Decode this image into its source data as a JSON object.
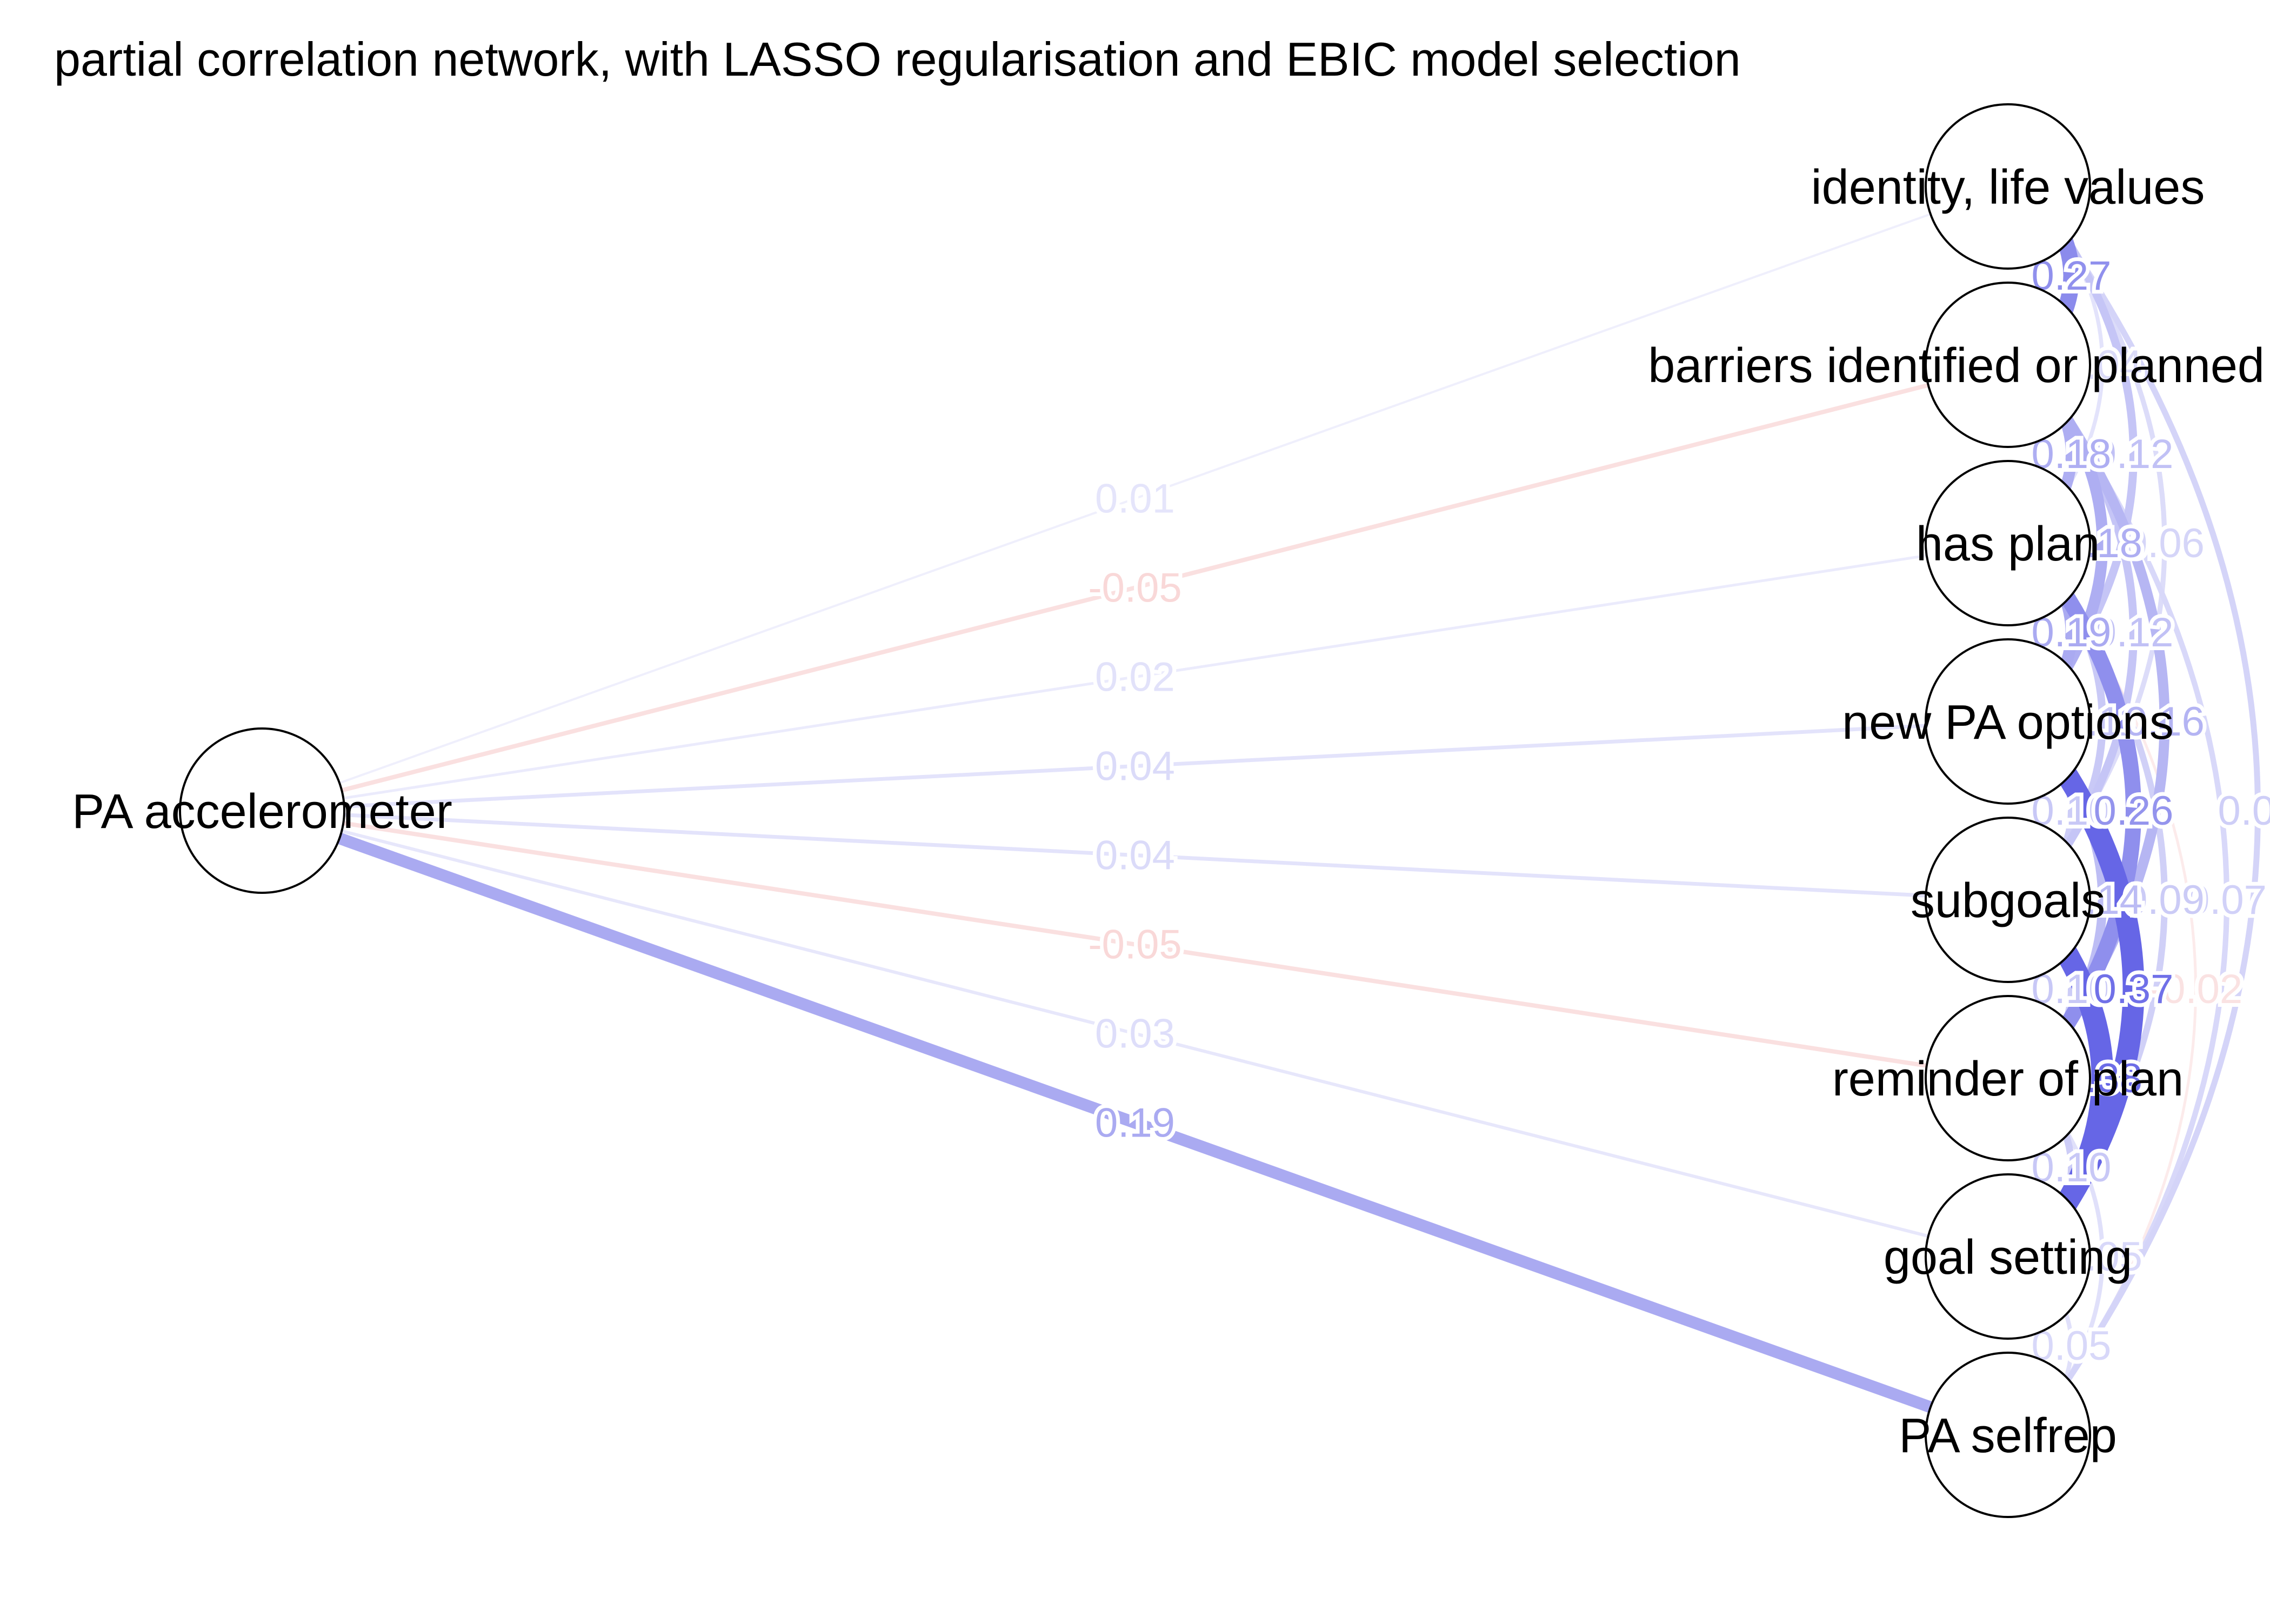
{
  "title": "partial correlation network, with LASSO regularisation and EBIC model selection",
  "colors": {
    "positive": "#6666e6",
    "negative": "#e66666",
    "background": "#ffffff",
    "node_fill": "#ffffff",
    "node_stroke": "#000000"
  },
  "nodes": [
    {
      "id": "pa_acc",
      "label": "PA accelerometer"
    },
    {
      "id": "identity",
      "label": "identity, life values"
    },
    {
      "id": "barriers",
      "label": "barriers identified or planned"
    },
    {
      "id": "hasplan",
      "label": "has plan"
    },
    {
      "id": "newpa",
      "label": "new PA options"
    },
    {
      "id": "subgoals",
      "label": "subgoals"
    },
    {
      "id": "reminder",
      "label": "reminder of plan"
    },
    {
      "id": "goal",
      "label": "goal setting"
    },
    {
      "id": "selfrep",
      "label": "PA selfrep"
    }
  ],
  "edges": [
    {
      "from": "pa_acc",
      "to": "identity",
      "weight": 0.01,
      "label": "0.01"
    },
    {
      "from": "pa_acc",
      "to": "barriers",
      "weight": -0.05,
      "label": "-0.05"
    },
    {
      "from": "pa_acc",
      "to": "hasplan",
      "weight": 0.02,
      "label": "0.02"
    },
    {
      "from": "pa_acc",
      "to": "newpa",
      "weight": 0.04,
      "label": "0.04"
    },
    {
      "from": "pa_acc",
      "to": "subgoals",
      "weight": 0.04,
      "label": "0.04"
    },
    {
      "from": "pa_acc",
      "to": "reminder",
      "weight": -0.05,
      "label": "-0.05"
    },
    {
      "from": "pa_acc",
      "to": "goal",
      "weight": 0.03,
      "label": "0.03"
    },
    {
      "from": "pa_acc",
      "to": "selfrep",
      "weight": 0.19,
      "label": "0.19"
    },
    {
      "from": "identity",
      "to": "barriers",
      "weight": 0.27,
      "label": "0.27"
    },
    {
      "from": "barriers",
      "to": "hasplan",
      "weight": 0.18,
      "label": "0.18"
    },
    {
      "from": "barriers",
      "to": "newpa",
      "weight": 0.18,
      "label": "0.18"
    },
    {
      "from": "identity",
      "to": "hasplan",
      "weight": 0.04,
      "label": "0.04"
    },
    {
      "from": "hasplan",
      "to": "newpa",
      "weight": 0.19,
      "label": "0.19"
    },
    {
      "from": "hasplan",
      "to": "subgoals",
      "weight": 0.11,
      "label": "0.11"
    },
    {
      "from": "identity",
      "to": "newpa",
      "weight": 0.12,
      "label": "0.12"
    },
    {
      "from": "newpa",
      "to": "subgoals",
      "weight": 0.1,
      "label": "0.10"
    },
    {
      "from": "hasplan",
      "to": "reminder",
      "weight": 0.26,
      "label": "0.26"
    },
    {
      "from": "barriers",
      "to": "subgoals",
      "weight": 0.12,
      "label": "0.12"
    },
    {
      "from": "subgoals",
      "to": "reminder",
      "weight": 0.1,
      "label": "0.10"
    },
    {
      "from": "newpa",
      "to": "goal",
      "weight": 0.37,
      "label": "0.37"
    },
    {
      "from": "identity",
      "to": "subgoals",
      "weight": 0.06,
      "label": "0.06"
    },
    {
      "from": "subgoals",
      "to": "goal",
      "weight": 0.38,
      "label": "0.38"
    },
    {
      "from": "hasplan",
      "to": "goal",
      "weight": 0.09,
      "label": "0.09"
    },
    {
      "from": "barriers",
      "to": "reminder",
      "weight": 0.16,
      "label": "0.16"
    },
    {
      "from": "reminder",
      "to": "goal",
      "weight": 0.1,
      "label": "0.10"
    },
    {
      "from": "newpa",
      "to": "reminder",
      "weight": 0.14,
      "label": "0.14"
    },
    {
      "from": "reminder",
      "to": "selfrep",
      "weight": 0.05,
      "label": "0.05"
    },
    {
      "from": "goal",
      "to": "selfrep",
      "weight": 0.05,
      "label": "0.05"
    },
    {
      "from": "identity",
      "to": "selfrep",
      "weight": 0.08,
      "label": "0.08"
    },
    {
      "from": "barriers",
      "to": "selfrep",
      "weight": 0.07,
      "label": "0.07"
    },
    {
      "from": "hasplan",
      "to": "selfrep",
      "weight": -0.02,
      "label": "-0.02"
    }
  ]
}
